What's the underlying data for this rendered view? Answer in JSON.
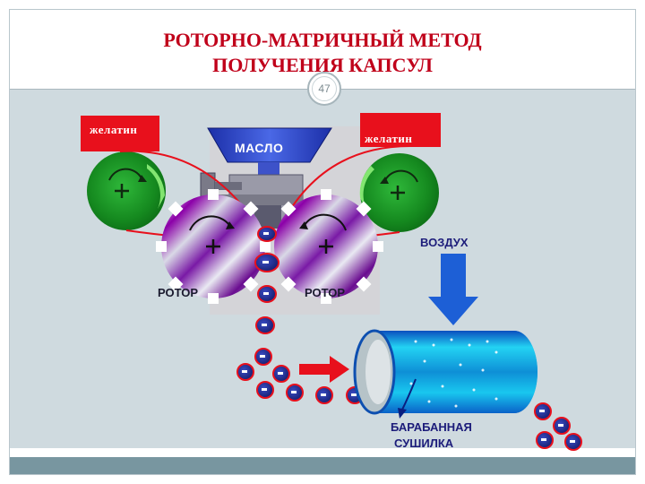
{
  "slide": {
    "title_line1": "РОТОРНО-МАТРИЧНЫЙ МЕТОД",
    "title_line2": "ПОЛУЧЕНИЯ КАПСУЛ",
    "page_number": "47"
  },
  "diagram": {
    "gelatin_left": "желатин",
    "gelatin_right": "желатин",
    "oil": "МАСЛО",
    "air": "ВОЗДУХ",
    "rotor_left": "РОТОР",
    "rotor_right": "РОТОР",
    "dryer_line1": "БАРАБАННАЯ",
    "dryer_line2": "СУШИЛКА"
  },
  "colors": {
    "title": "#c0001a",
    "gelatin_label_bg": "#e8101c",
    "roller_green": "#1f9b2a",
    "capsule": "#1c2b8c",
    "arrow_blue": "#1d5fd6",
    "drum_cyan": "#16c6ef"
  },
  "icons": [
    "gear-icon",
    "roller-icon",
    "arrow-down-icon",
    "arrow-right-icon",
    "capsule-icon",
    "drum-icon"
  ]
}
